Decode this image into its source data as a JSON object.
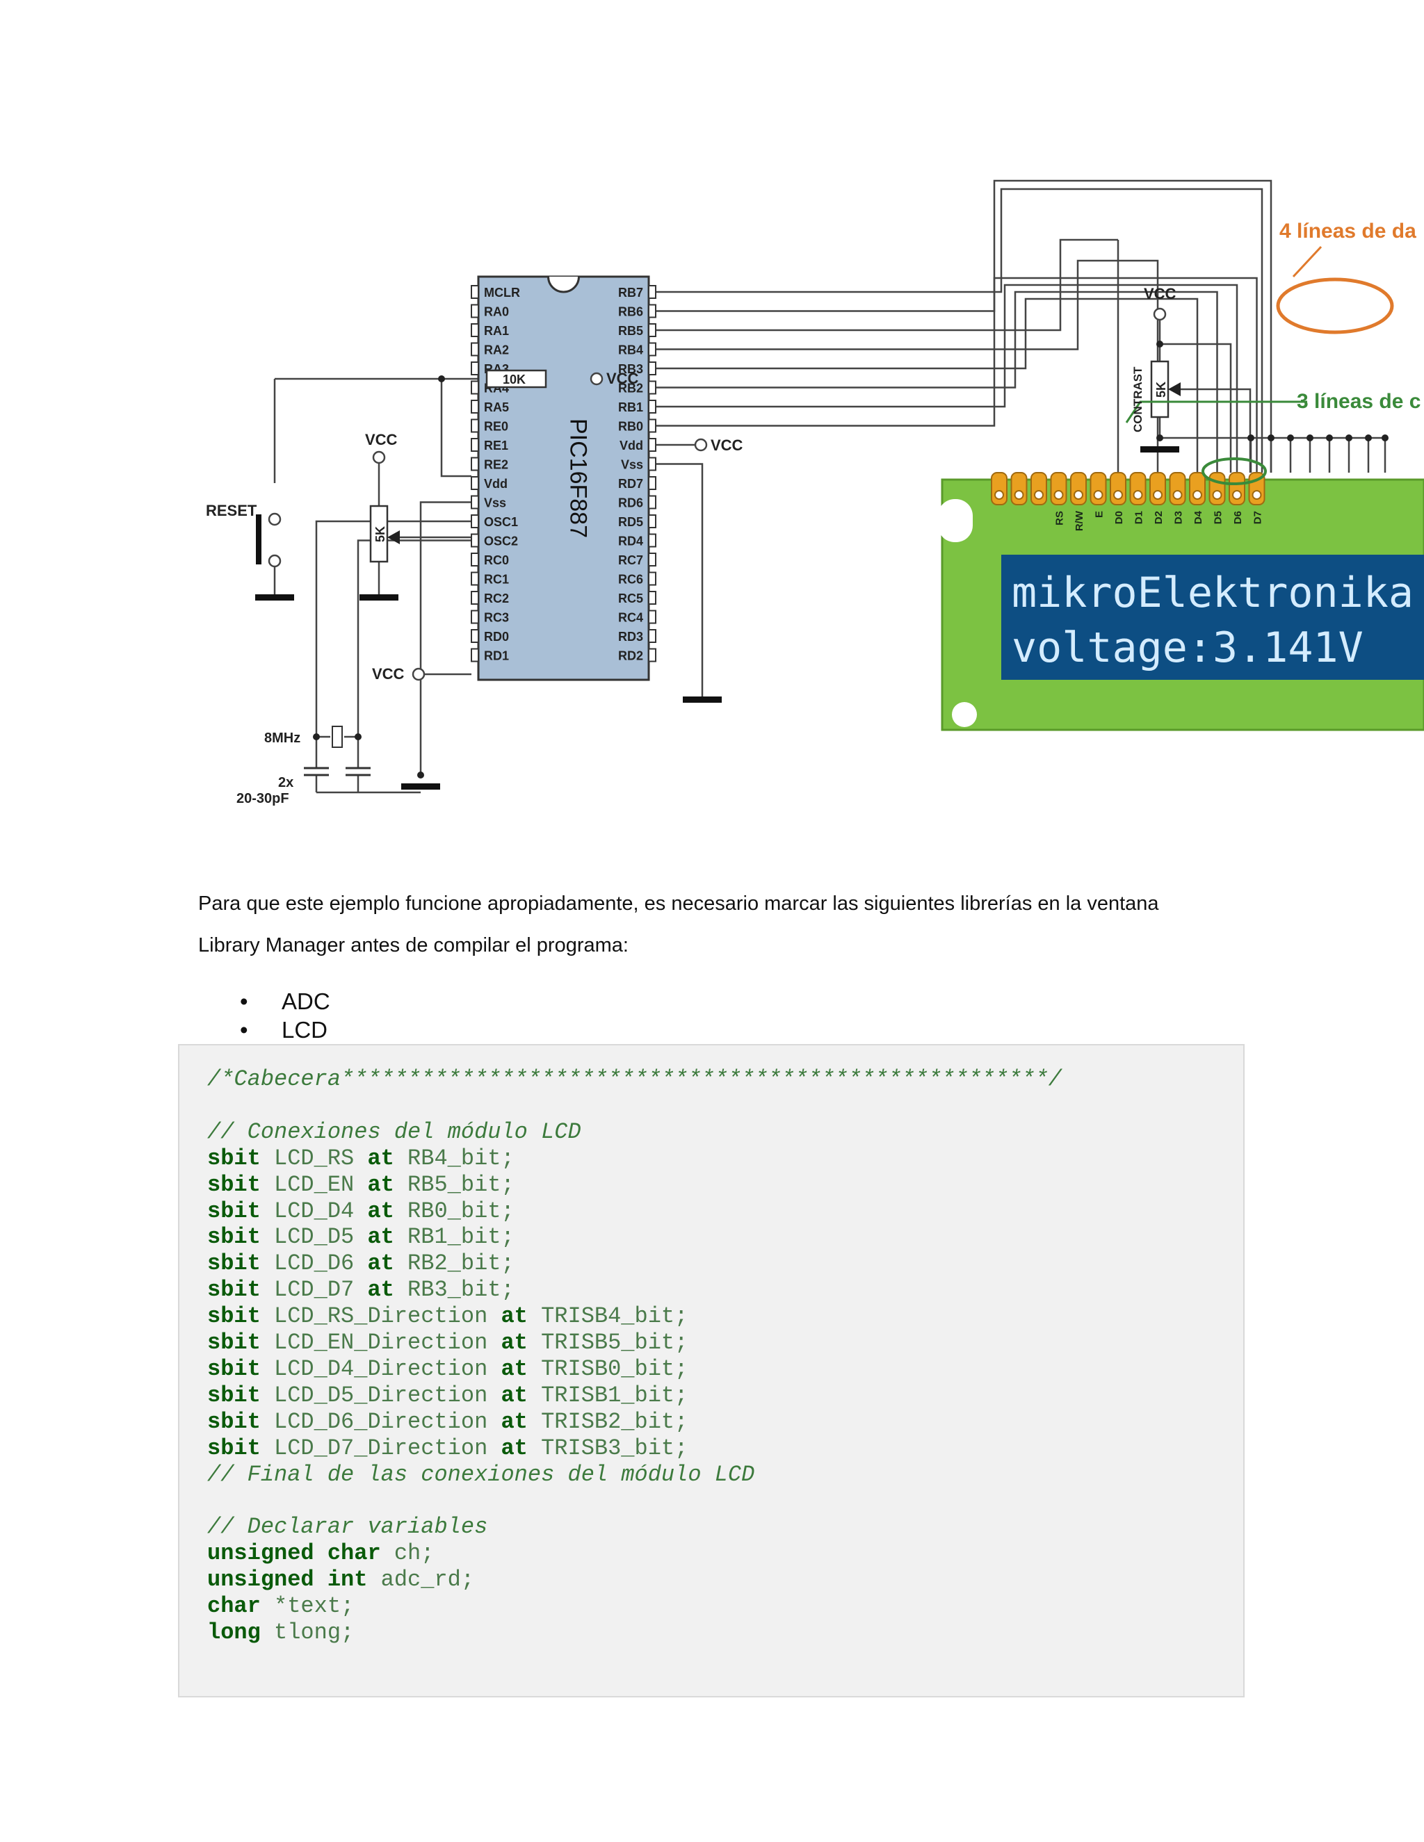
{
  "schematic": {
    "labels": {
      "vcc": "VCC",
      "reset": "RESET",
      "r10k": "10K",
      "pot_5k": "5K",
      "contrast": "CONTRAST",
      "crystal": "8MHz",
      "caps": [
        "2x",
        "20-30pF"
      ],
      "chip_name": "PIC16F887",
      "data_lines": "4 líneas de da",
      "control_lines": "3 líneas de c",
      "lcd_line1": "mikroElektronika",
      "lcd_line2": "voltage:3.141V"
    },
    "left_pins": [
      "MCLR",
      "RA0",
      "RA1",
      "RA2",
      "RA3",
      "RA4",
      "RA5",
      "RE0",
      "RE1",
      "RE2",
      "Vdd",
      "Vss",
      "OSC1",
      "OSC2",
      "RC0",
      "RC1",
      "RC2",
      "RC3",
      "RD0",
      "RD1"
    ],
    "right_pins": [
      "RB7",
      "RB6",
      "RB5",
      "RB4",
      "RB3",
      "RB2",
      "RB1",
      "RB0",
      "Vdd",
      "Vss",
      "RD7",
      "RD6",
      "RD5",
      "RD4",
      "RC7",
      "RC6",
      "RC5",
      "RC4",
      "RD3",
      "RD2"
    ],
    "lcd_pins": [
      "RS",
      "R/W",
      "E",
      "D0",
      "D1",
      "D2",
      "D3",
      "D4",
      "D5",
      "D6",
      "D7"
    ],
    "colors": {
      "chip": "#a9bfd6",
      "lcd_board": "#7cc242",
      "lcd_screen": "#0d4e83",
      "lcd_text": "#d4ecff",
      "orange": "#e07a2c",
      "green": "#3a8a3a",
      "pin": "#e9a020"
    }
  },
  "text": {
    "paragraph_1": "Para que este ejemplo funcione apropiadamente, es necesario marcar las siguientes librerías en la ventana",
    "paragraph_2": "Library Manager antes de compilar el programa:"
  },
  "libraries": [
    "ADC",
    "LCD"
  ],
  "code_lines": [
    [
      [
        "cm",
        "/*Cabecera*****************************************************/"
      ]
    ],
    [],
    [
      [
        "cm",
        "// Conexiones del módulo LCD"
      ]
    ],
    [
      [
        "kw",
        "sbit"
      ],
      [
        "tx",
        " LCD_RS "
      ],
      [
        "kw",
        "at"
      ],
      [
        "tx",
        " RB4_bit;"
      ]
    ],
    [
      [
        "kw",
        "sbit"
      ],
      [
        "tx",
        " LCD_EN "
      ],
      [
        "kw",
        "at"
      ],
      [
        "tx",
        " RB5_bit;"
      ]
    ],
    [
      [
        "kw",
        "sbit"
      ],
      [
        "tx",
        " LCD_D4 "
      ],
      [
        "kw",
        "at"
      ],
      [
        "tx",
        " RB0_bit;"
      ]
    ],
    [
      [
        "kw",
        "sbit"
      ],
      [
        "tx",
        " LCD_D5 "
      ],
      [
        "kw",
        "at"
      ],
      [
        "tx",
        " RB1_bit;"
      ]
    ],
    [
      [
        "kw",
        "sbit"
      ],
      [
        "tx",
        " LCD_D6 "
      ],
      [
        "kw",
        "at"
      ],
      [
        "tx",
        " RB2_bit;"
      ]
    ],
    [
      [
        "kw",
        "sbit"
      ],
      [
        "tx",
        " LCD_D7 "
      ],
      [
        "kw",
        "at"
      ],
      [
        "tx",
        " RB3_bit;"
      ]
    ],
    [
      [
        "kw",
        "sbit"
      ],
      [
        "tx",
        " LCD_RS_Direction "
      ],
      [
        "kw",
        "at"
      ],
      [
        "tx",
        " TRISB4_bit;"
      ]
    ],
    [
      [
        "kw",
        "sbit"
      ],
      [
        "tx",
        " LCD_EN_Direction "
      ],
      [
        "kw",
        "at"
      ],
      [
        "tx",
        " TRISB5_bit;"
      ]
    ],
    [
      [
        "kw",
        "sbit"
      ],
      [
        "tx",
        " LCD_D4_Direction "
      ],
      [
        "kw",
        "at"
      ],
      [
        "tx",
        " TRISB0_bit;"
      ]
    ],
    [
      [
        "kw",
        "sbit"
      ],
      [
        "tx",
        " LCD_D5_Direction "
      ],
      [
        "kw",
        "at"
      ],
      [
        "tx",
        " TRISB1_bit;"
      ]
    ],
    [
      [
        "kw",
        "sbit"
      ],
      [
        "tx",
        " LCD_D6_Direction "
      ],
      [
        "kw",
        "at"
      ],
      [
        "tx",
        " TRISB2_bit;"
      ]
    ],
    [
      [
        "kw",
        "sbit"
      ],
      [
        "tx",
        " LCD_D7_Direction "
      ],
      [
        "kw",
        "at"
      ],
      [
        "tx",
        " TRISB3_bit;"
      ]
    ],
    [
      [
        "cm",
        "// Final de las conexiones del módulo LCD"
      ]
    ],
    [],
    [
      [
        "cm",
        "// Declarar variables"
      ]
    ],
    [
      [
        "kw",
        "unsigned char"
      ],
      [
        "tx",
        " ch;"
      ]
    ],
    [
      [
        "kw",
        "unsigned int"
      ],
      [
        "tx",
        " adc_rd;"
      ]
    ],
    [
      [
        "kw",
        "char"
      ],
      [
        "tx",
        " *text;"
      ]
    ],
    [
      [
        "kw",
        "long"
      ],
      [
        "tx",
        " tlong;"
      ]
    ]
  ]
}
